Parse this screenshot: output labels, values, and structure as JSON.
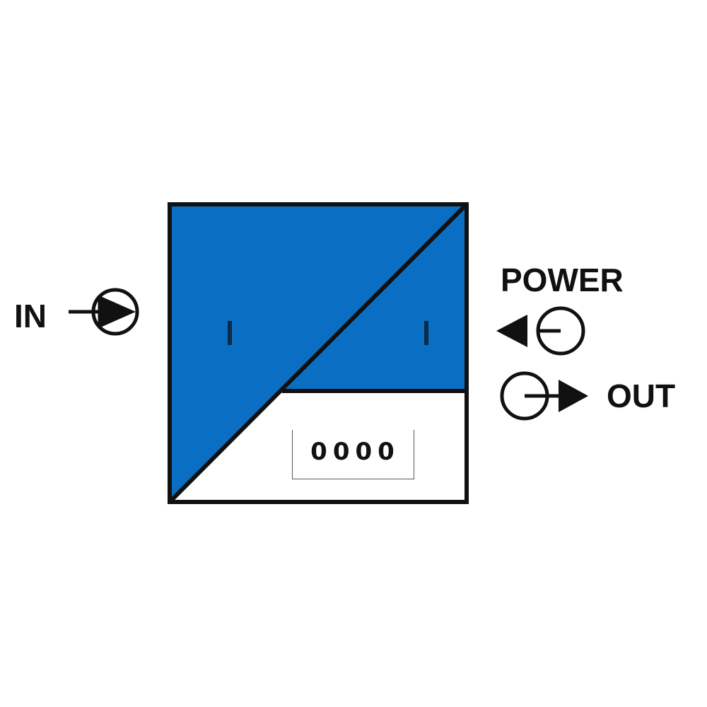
{
  "diagram": {
    "type": "signal-isolator-symbol",
    "colors": {
      "fill": "#0a6fc2",
      "stroke": "#111111",
      "background": "#ffffff"
    },
    "input": {
      "label": "IN",
      "icon": "input-arrow-into-circle-icon"
    },
    "power": {
      "label": "POWER",
      "icon": "power-arrow-out-of-circle-icon"
    },
    "output": {
      "label": "OUT",
      "icon": "output-arrow-out-of-circle-icon"
    },
    "module": {
      "left_marker": "I",
      "right_marker": "I",
      "counter_value": "0000"
    }
  }
}
